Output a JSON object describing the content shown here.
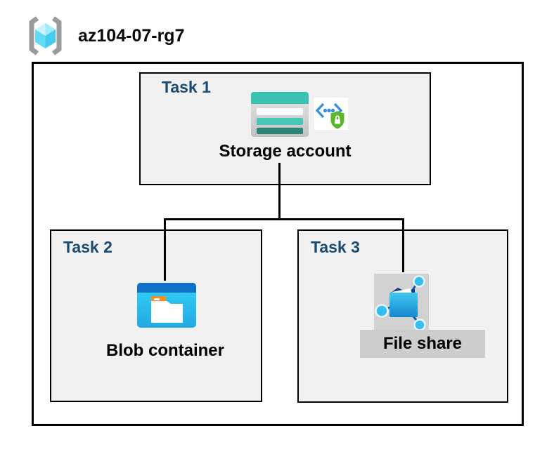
{
  "header": {
    "title": "az104-07-rg7",
    "icon": "resource-group-icon"
  },
  "diagram": {
    "tasks": [
      {
        "label": "Task 1",
        "item": "Storage account",
        "icons": [
          "storage-account-icon",
          "sas-shield-icon"
        ]
      },
      {
        "label": "Task 2",
        "item": "Blob container",
        "icons": [
          "blob-container-icon"
        ]
      },
      {
        "label": "Task 3",
        "item": "File share",
        "icons": [
          "file-share-icon"
        ]
      }
    ],
    "connections": [
      {
        "from": "Storage account",
        "to": "Blob container"
      },
      {
        "from": "Storage account",
        "to": "File share"
      }
    ]
  },
  "colors": {
    "task_label": "#1B4A73",
    "box_fill": "#F1F1F1",
    "box_border": "#000000",
    "outer_fill": "#FFFFFF",
    "connector": "#000000",
    "file_share_highlight": "#CDCDCD",
    "storage_teal": "#38C2B1",
    "storage_teal_dark": "#2B8678",
    "blob_header_blue": "#0F72C8",
    "blob_body_cyan": "#33D3F6",
    "folder_tab_orange": "#F78D1E",
    "shield_green": "#5CB72B",
    "brackets_blue": "#2E8DDE",
    "cube_cyan": "#62D9F7",
    "bracket_gray": "#9B9B9B"
  }
}
